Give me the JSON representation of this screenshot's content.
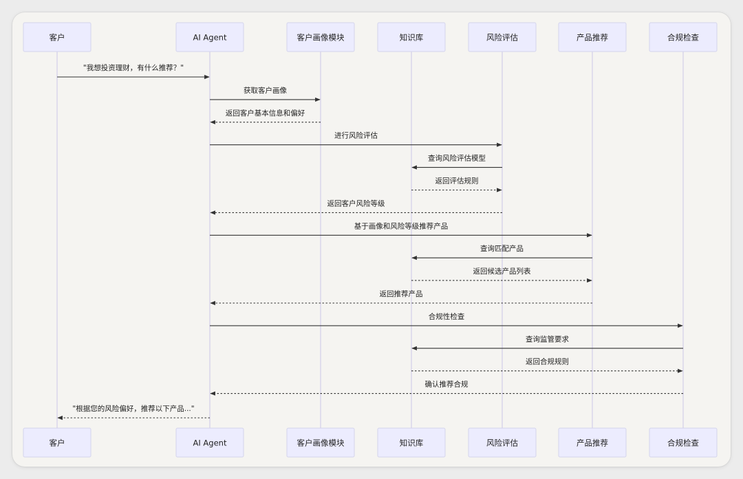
{
  "participants": [
    {
      "id": "customer",
      "label": "客户"
    },
    {
      "id": "agent",
      "label": "AI Agent"
    },
    {
      "id": "profile",
      "label": "客户画像模块"
    },
    {
      "id": "kb",
      "label": "知识库"
    },
    {
      "id": "risk",
      "label": "风险评估"
    },
    {
      "id": "product",
      "label": "产品推荐"
    },
    {
      "id": "compliance",
      "label": "合规检查"
    }
  ],
  "messages": [
    {
      "from": "customer",
      "to": "agent",
      "text": "\"我想投资理财，有什么推荐？\"",
      "style": "solid"
    },
    {
      "from": "agent",
      "to": "profile",
      "text": "获取客户画像",
      "style": "solid"
    },
    {
      "from": "profile",
      "to": "agent",
      "text": "返回客户基本信息和偏好",
      "style": "dashed"
    },
    {
      "from": "agent",
      "to": "risk",
      "text": "进行风险评估",
      "style": "solid"
    },
    {
      "from": "risk",
      "to": "kb",
      "text": "查询风险评估模型",
      "style": "solid"
    },
    {
      "from": "kb",
      "to": "risk",
      "text": "返回评估规则",
      "style": "dashed"
    },
    {
      "from": "risk",
      "to": "agent",
      "text": "返回客户风险等级",
      "style": "dashed"
    },
    {
      "from": "agent",
      "to": "product",
      "text": "基于画像和风险等级推荐产品",
      "style": "solid"
    },
    {
      "from": "product",
      "to": "kb",
      "text": "查询匹配产品",
      "style": "solid"
    },
    {
      "from": "kb",
      "to": "product",
      "text": "返回候选产品列表",
      "style": "dashed"
    },
    {
      "from": "product",
      "to": "agent",
      "text": "返回推荐产品",
      "style": "dashed"
    },
    {
      "from": "agent",
      "to": "compliance",
      "text": "合规性检查",
      "style": "solid"
    },
    {
      "from": "compliance",
      "to": "kb",
      "text": "查询监管要求",
      "style": "solid"
    },
    {
      "from": "kb",
      "to": "compliance",
      "text": "返回合规规则",
      "style": "dashed"
    },
    {
      "from": "compliance",
      "to": "agent",
      "text": "确认推荐合规",
      "style": "dashed"
    },
    {
      "from": "agent",
      "to": "customer",
      "text": "\"根据您的风险偏好，推荐以下产品...\"",
      "style": "dashed"
    }
  ]
}
